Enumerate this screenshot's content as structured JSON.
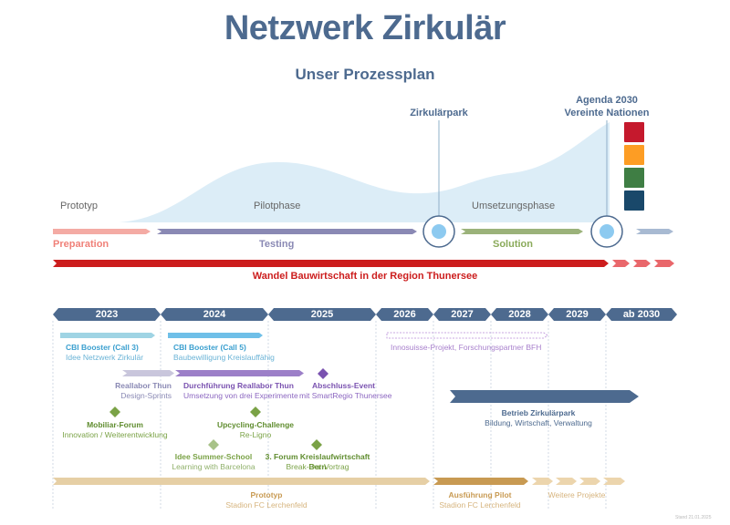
{
  "header": {
    "title": "Netzwerk Zirkulär",
    "subtitle": "Unser Prozessplan"
  },
  "milestones": {
    "park": "Zirkulärpark",
    "agenda_line1": "Agenda 2030",
    "agenda_line2": "Vereinte Nationen"
  },
  "phases": {
    "prototyp": "Prototyp",
    "pilot": "Pilotphase",
    "umsetzung": "Umsetzungsphase"
  },
  "stages": {
    "preparation": "Preparation",
    "testing": "Testing",
    "solution": "Solution"
  },
  "wandel": "Wandel Bauwirtschaft in der Region Thunersee",
  "years": [
    "2023",
    "2024",
    "2025",
    "2026",
    "2027",
    "2028",
    "2029",
    "ab 2030"
  ],
  "events": {
    "cbi3_title": "CBI Booster (Call 3)",
    "cbi3_sub": "Idee Netzwerk Zirkulär",
    "cbi5_title": "CBI Booster (Call 5)",
    "cbi5_sub": "Baubewilligung Kreislauffähig",
    "inno_sub": "Innosuisse-Projekt, Forschungspartner BFH",
    "reallabor_title": "Reallabor Thun",
    "reallabor_sub": "Design-Sprints",
    "durch_title": "Durchführung Reallabor Thun",
    "durch_sub": "Umsetzung von drei Experimente",
    "abschluss_title": "Abschluss-Event",
    "abschluss_sub": "mit SmartRegio Thunersee",
    "betrieb_title": "Betrieb Zirkulärpark",
    "betrieb_sub": "Bildung, Wirtschaft, Verwaltung",
    "mobiliar_title": "Mobiliar-Forum",
    "mobiliar_sub": "Innovation / Weiterentwicklung",
    "upcycling_title": "Upcycling-Challenge",
    "upcycling_sub": "Re-Ligno",
    "summer_title": "Idee Summer-School",
    "summer_sub": "Learning with Barcelona",
    "forum_title": "3. Forum Kreislaufwirtschaft Bern",
    "forum_sub": "Break-Out-Vortrag",
    "prototyp_title": "Prototyp",
    "prototyp_sub": "Stadion FC Lerchenfeld",
    "pilot_title": "Ausführung Pilot",
    "pilot_sub": "Stadion FC Lerchenfeld",
    "weitere_sub": "Weitere Projekte"
  },
  "sdg_colors": [
    "#c5192d",
    "#fd9d24",
    "#3f7e44",
    "#19486a"
  ],
  "colors": {
    "navy": "#4d6a8f",
    "preparation": "#f0908a",
    "testing": "#8a89b4",
    "solution": "#9bb27a",
    "wandel": "#cc1d1d",
    "cbi": "#7ec8da",
    "cbi5": "#6fbfe8",
    "purple": "#8b5cc0",
    "green": "#6e9a3c",
    "gold": "#c8a25c",
    "area": "#dcedf7"
  },
  "footnote": "Stand 21.01.2025"
}
